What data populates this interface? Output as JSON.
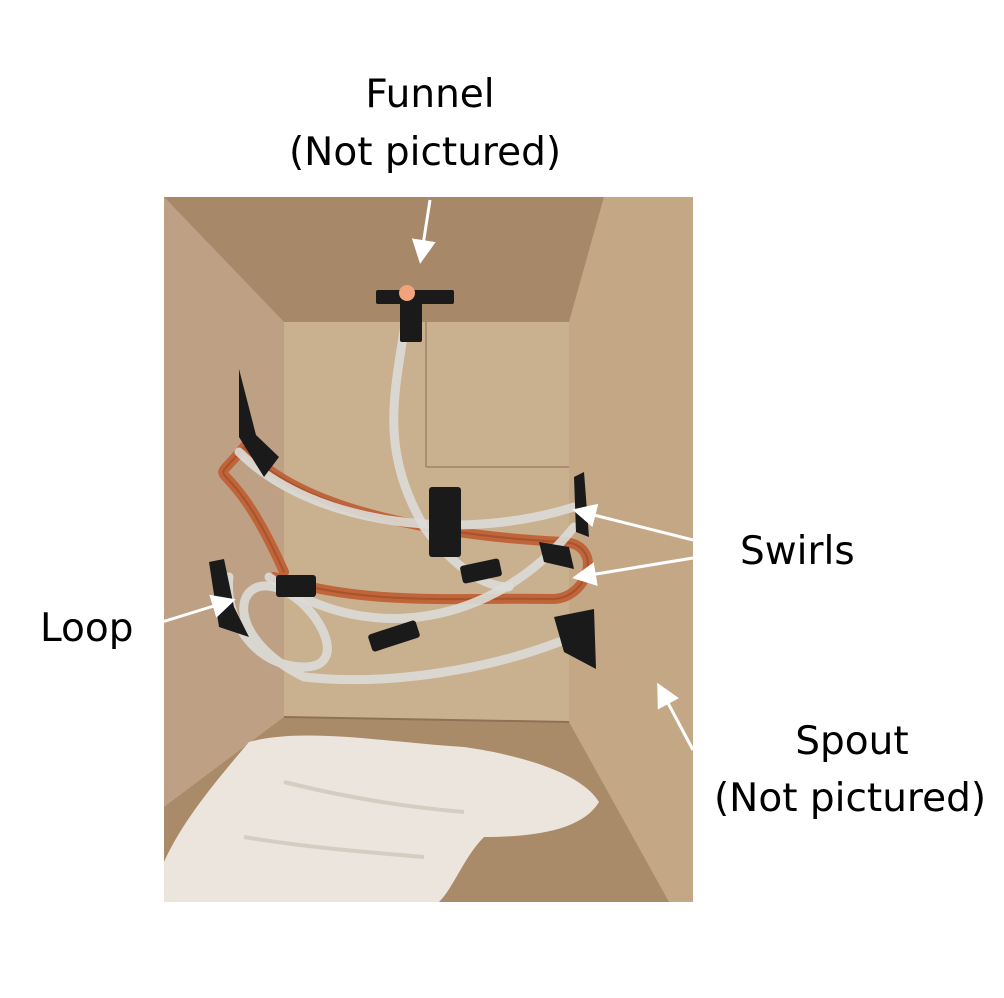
{
  "labels": {
    "funnel": "Funnel",
    "funnel_note": "(Not pictured)",
    "swirls": "Swirls",
    "loop": "Loop",
    "spout": "Spout",
    "spout_note": "(Not pictured)"
  },
  "colors": {
    "cardboard_light": "#c9b08f",
    "cardboard_mid": "#b89a75",
    "cardboard_dark": "#9c7f5e",
    "tube_orange": "#c0653a",
    "tube_clear": "#d9d9d6",
    "tape_black": "#1a1a1a",
    "towel": "#ece5dd",
    "arrow": "#ffffff"
  }
}
